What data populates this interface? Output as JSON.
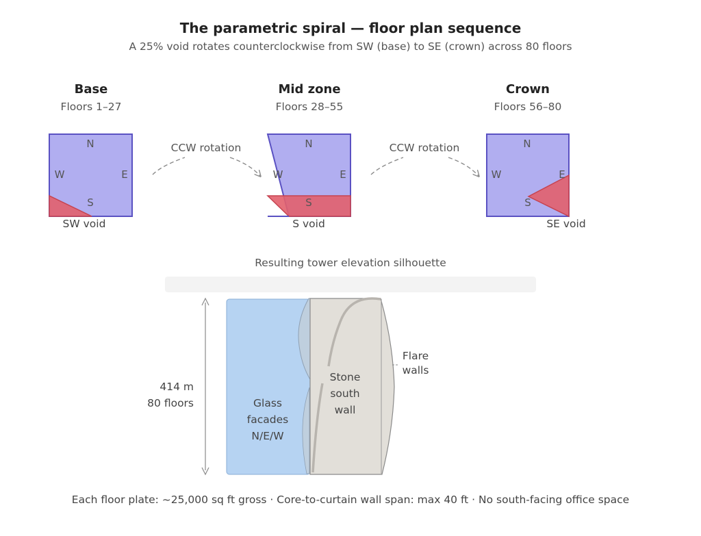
{
  "title": "The parametric spiral — floor plan sequence",
  "subtitle": "A 25% void rotates counterclockwise from SW (base) to SE (crown) across 80 floors",
  "stages": [
    {
      "name": "Base",
      "floors": "Floors 1–27",
      "void_label": "SW void"
    },
    {
      "name": "Mid zone",
      "floors": "Floors 28–55",
      "void_label": "S void"
    },
    {
      "name": "Crown",
      "floors": "Floors 56–80",
      "void_label": "SE void"
    }
  ],
  "compass": {
    "n": "N",
    "e": "E",
    "s": "S",
    "w": "W"
  },
  "rotation_label": "CCW rotation",
  "elevation": {
    "title": "Resulting tower elevation silhouette",
    "height_line1": "414 m",
    "height_line2": "80 floors",
    "glass": [
      "Glass",
      "facades",
      "N/E/W"
    ],
    "stone": [
      "Stone",
      "south",
      "wall"
    ],
    "flare": [
      "Flare",
      "walls"
    ]
  },
  "footer": "Each floor plate: ~25,000 sq ft gross · Core-to-curtain wall span: max 40 ft · No south-facing office space",
  "colors": {
    "plate_fill": "#b1aef0",
    "plate_stroke": "#5a51c2",
    "void_fill": "#e2616d",
    "void_stroke": "#c64350",
    "glass_fill": "#b6d3f2",
    "stone_fill": "#e2dfd9"
  }
}
